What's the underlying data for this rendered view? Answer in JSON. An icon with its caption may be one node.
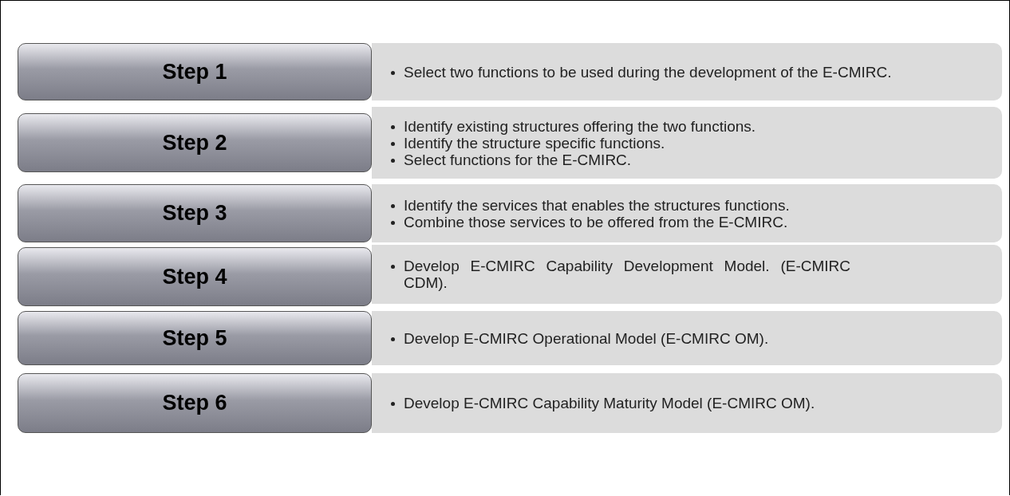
{
  "diagram": {
    "nodes": [
      {
        "text": [
          "Step 1"
        ]
      },
      {
        "text": [
          "Select two functions to be used during the development of the E-CMIRC."
        ]
      },
      {
        "text": [
          "Step 2"
        ]
      },
      {
        "text": [
          "Identify existing structures offering the two functions.",
          "Identify the structure specific functions.",
          "Select functions for the E-CMIRC."
        ]
      },
      {
        "text": [
          "Step 3"
        ]
      },
      {
        "text": [
          "Identify the services that enables the structures functions.",
          "Combine those services to be offered from the E-CMIRC."
        ]
      },
      {
        "text": [
          "Step 4"
        ]
      },
      {
        "text": [
          "Develop E-CMIRC Capability Development Model. (E-CMIRC CDM)."
        ]
      },
      {
        "text": [
          "Step 5"
        ]
      },
      {
        "text": [
          "Develop E-CMIRC Operational Model (E-CMIRC OM)."
        ]
      },
      {
        "text": [
          "Step 6"
        ]
      },
      {
        "text": [
          "Develop E-CMIRC Capability Maturity Model (E-CMIRC OM)."
        ]
      }
    ]
  }
}
